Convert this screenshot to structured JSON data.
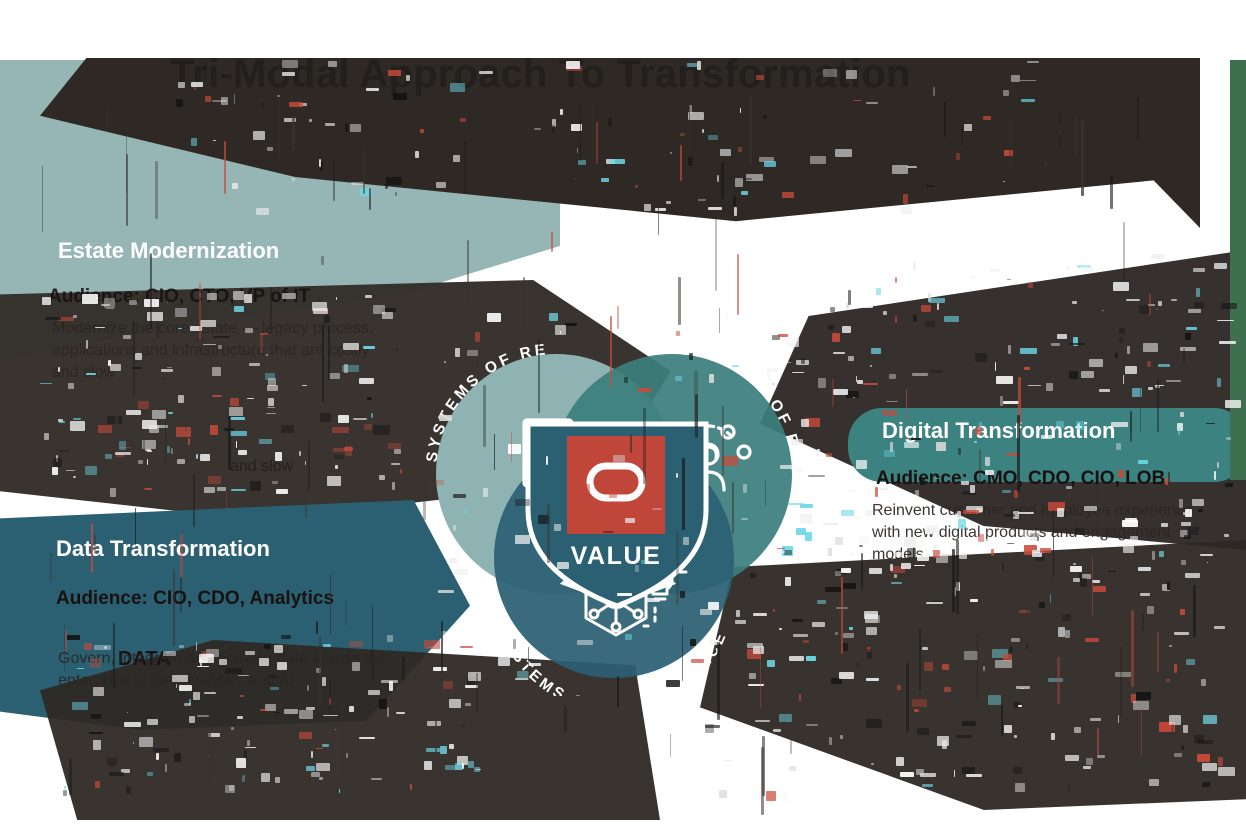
{
  "poster": {
    "title": "Tri-Modal Approach To Transformation",
    "background_color": "#ffffff"
  },
  "colors": {
    "sage": "#96b5b5",
    "teal_medium": "#3b8280",
    "teal_dark": "#2b6073",
    "dark_brown": "#2e2925",
    "accent_red": "#c0463a",
    "white": "#ffffff",
    "green_edge": "#3e6f4f"
  },
  "pillars": [
    {
      "id": "estate-modernization",
      "label": "Estate Modernization",
      "band_color": "#96b5b5",
      "audience": "Audience: CIO, CTO, VP of IT",
      "body": "Modernize the core estate — legacy process, applications and infrastructure that are costly and slow"
    },
    {
      "id": "data-transformation",
      "label": "Data Transformation",
      "band_color": "#2b6073",
      "audience": "Audience: CIO, CDO, Analytics",
      "heading": "DATA",
      "body": "Govern, integrate and activate data across the enterprise to fuel analytics and AI"
    },
    {
      "id": "digital-transformation",
      "label": "Digital Transformation",
      "band_color": "#3b8280",
      "audience": "Audience: CMO, CDO, CIO, LOB",
      "body": "Reinvent customer and employee experience with new digital products and engagement models"
    }
  ],
  "venn": {
    "center_label": "VALUE",
    "center_logo": "ring-logo-icon",
    "center_badge_color": "#c0463a",
    "shield_color": "#2b6073",
    "circles": [
      {
        "id": "systems-of-record",
        "label": "SYSTEMS OF RECORD",
        "color": "#8fb2b3",
        "icon": "document-pencil-icon"
      },
      {
        "id": "systems-of-engagement",
        "label": "SYSTEMS OF ENGAGEMENT",
        "color": "#3b7f7d",
        "icon": "user-network-icon"
      },
      {
        "id": "systems-of-intelligence",
        "label": "SYSTEMS OF INTELLIGENCE",
        "color": "#2b6073",
        "icon": "neural-bulb-icon"
      }
    ],
    "arrows": [
      {
        "id": "arrow-record-to-engagement"
      },
      {
        "id": "arrow-engagement-to-record"
      },
      {
        "id": "arrow-record-to-center"
      },
      {
        "id": "arrow-engagement-to-center"
      },
      {
        "id": "arrow-center-to-intelligence-left"
      },
      {
        "id": "arrow-center-to-intelligence-right"
      }
    ]
  },
  "fragments": {
    "slow_tail": "and slow"
  }
}
